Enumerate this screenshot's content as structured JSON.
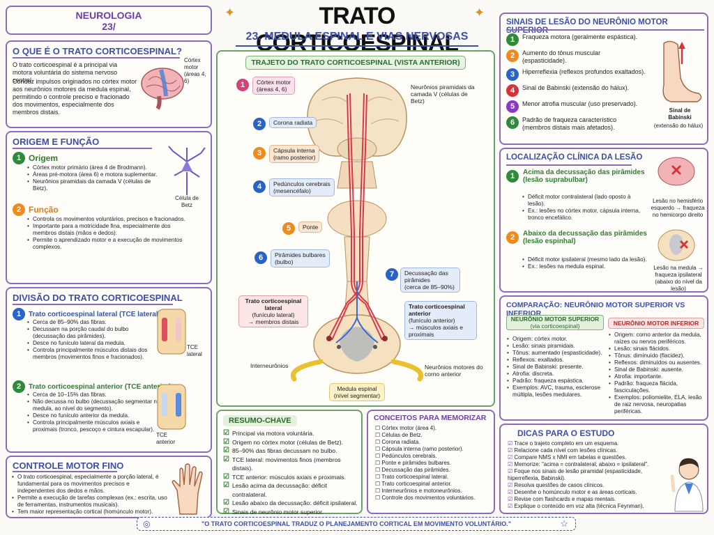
{
  "header": {
    "badge_line1": "NEUROLOGIA",
    "badge_line2": "23/",
    "title": "TRATO CORTICOESPINAL",
    "subtitle": "23. MEDULA ESPINAL E VIAS NERVOSAS"
  },
  "what": {
    "title": "O QUE É O TRATO CORTICOESPINAL?",
    "p1": "O trato corticoespinal é a principal via motora voluntária do sistema nervoso central.",
    "p2": "Conduz impulsos originados no córtex motor aos neurônios motores da medula espinal, permitindo o controle preciso e fracionado dos movimentos, especialmente dos membros distais.",
    "brain_label": "Córtex motor",
    "brain_sub": "(áreas 4, 6)"
  },
  "origin": {
    "title": "ORIGEM E FUNÇÃO",
    "h1": "Origem",
    "items1": [
      "Córtex motor primário (área 4 de Brodmann).",
      "Áreas pré-motora (área 6) e motora suplementar.",
      "Neurônios piramidais da camada V (células de Betz)."
    ],
    "cell_label": "Célula de Betz",
    "h2": "Função",
    "items2": [
      "Controla os movimentos voluntários, precisos e fracionados.",
      "Importante para a motricidade fina, especialmente dos membros distais (mãos e dedos).",
      "Permite o aprendizado motor e a execução de movimentos complexos."
    ]
  },
  "division": {
    "title": "DIVISÃO DO TRATO CORTICOESPINAL",
    "h1": "Trato corticoespinal lateral (TCE lateral)",
    "items1": [
      "Cerca de 85–90% das fibras.",
      "Decussam na porção caudal do bulbo (decussação das pirâmides).",
      "Desce no funículo lateral da medula.",
      "Controla principalmente músculos distais dos membros (movimentos finos e fracionados)."
    ],
    "fig1": "TCE lateral",
    "h2": "Trato corticoespinal anterior (TCE anterior)",
    "items2": [
      "Cerca de 10–15% das fibras.",
      "Não decussa no bulbo (decussação segmentar na medula, ao nível do segmento).",
      "Desce no funículo anterior da medula.",
      "Controla principalmente músculos axiais e proximais (tronco, pescoço e cintura escapular)."
    ],
    "fig2": "TCE anterior"
  },
  "fine": {
    "title": "CONTROLE MOTOR FINO",
    "items": [
      "O trato corticoespinal, especialmente a porção lateral, é fundamental para os movimentos precisos e independentes dos dedos e mãos.",
      "Permite a execução de tarefas complexas (ex.: escrita, uso de ferramentas, instrumentos musicais).",
      "Tem maior representação cortical (homúnculo motor)."
    ]
  },
  "path": {
    "title": "TRAJETO DO TRATO CORTICOESPINAL (VISTA ANTERIOR)",
    "l1": "Córtex motor",
    "l1b": "(áreas 4, 6)",
    "l2": "Corona radiata",
    "l3": "Cápsula interna",
    "l3b": "(ramo posterior)",
    "l4": "Pedúnculos cerebrais",
    "l4b": "(mesencéfalo)",
    "l5": "Ponte",
    "l6": "Pirâmides bulbares",
    "l6b": "(bulbo)",
    "l7": "Decussação das pirâmides",
    "l7b": "(cerca de 85–90%)",
    "betz": "Neurônios piramidais da camada V (células de Betz)",
    "lat": "Trato corticoespinal lateral",
    "lat_b": "(funículo lateral)",
    "lat_c": "→ membros distais",
    "ant": "Trato corticoespinal anterior",
    "ant_b": "(funículo anterior)",
    "ant_c": "→ músculos axiais e proximais",
    "inter": "Interneurônios",
    "motor": "Neurônios motores do corno anterior",
    "cord": "Medula espinal",
    "cord_b": "(nível segmentar)"
  },
  "signs": {
    "title": "SINAIS DE LESÃO DO NEURÔNIO MOTOR SUPERIOR",
    "items": [
      {
        "n": "1",
        "c": "#2f8a3a",
        "t": "Fraqueza motora (geralmente espástica)."
      },
      {
        "n": "2",
        "c": "#ee8a1e",
        "t": "Aumento do tônus muscular (espasticidade)."
      },
      {
        "n": "3",
        "c": "#2a63c8",
        "t": "Hiperreflexia (reflexos profundos exaltados)."
      },
      {
        "n": "4",
        "c": "#d8333a",
        "t": "Sinal de Babinski (extensão do hálux)."
      },
      {
        "n": "5",
        "c": "#8a3ac0",
        "t": "Menor atrofia muscular (uso preservado)."
      },
      {
        "n": "6",
        "c": "#2f8a3a",
        "t": "Padrão de fraqueza característico (membros distais mais afetados)."
      }
    ],
    "foot_label": "Sinal de Babinski",
    "foot_sub": "(extensão do hálux)"
  },
  "location": {
    "title": "LOCALIZAÇÃO CLÍNICA DA LESÃO",
    "h1": "Acima da decussação das pirâmides (lesão suprabulbar)",
    "items1": [
      "Déficit motor contralateral (lado oposto à lesão).",
      "Ex.: lesões no córtex motor, cápsula interna, tronco encefálico."
    ],
    "c1": "Lesão no hemisfério esquerdo → fraqueza no hemicorpo direito",
    "h2": "Abaixo da decussação das pirâmides (lesão espinhal)",
    "items2": [
      "Déficit motor ipsilateral (mesmo lado da lesão).",
      "Ex.: lesões na medula espinal."
    ],
    "c2": "Lesão na medula → fraqueza ipsilateral (abaixo do nível da lesão)"
  },
  "compare": {
    "title": "COMPARAÇÃO: NEURÔNIO MOTOR SUPERIOR vs INFERIOR",
    "sup": "NEURÔNIO MOTOR SUPERIOR",
    "sup_b": "(via corticoespinal)",
    "sup_items": [
      "Origem: córtex motor.",
      "Lesão: sinais piramidais.",
      "Tônus: aumentado (espasticidade).",
      "Reflexos: exaltados.",
      "Sinal de Babinski: presente.",
      "Atrofia: discreta.",
      "Padrão: fraqueza espástica.",
      "Exemplos: AVC, trauma, esclerose múltipla, lesões medulares."
    ],
    "inf": "NEURÔNIO MOTOR INFERIOR",
    "inf_items": [
      "Origem: corno anterior da medula, raízes ou nervos periféricos.",
      "Lesão: sinais flácidos.",
      "Tônus: diminuído (flacidez).",
      "Reflexos: diminuídos ou ausentes.",
      "Sinal de Babinski: ausente.",
      "Atrofia: importante.",
      "Padrão: fraqueza flácida, fasciculações.",
      "Exemplos: poliomielite, ELA, lesão de raiz nervosa, neuropatias periféricas."
    ]
  },
  "summary": {
    "title": "RESUMO-CHAVE",
    "items": [
      "Principal via motora voluntária.",
      "Origem no córtex motor (células de Betz).",
      "85–90% das fibras decussam no bulbo.",
      "TCE lateral: movimentos finos (membros distais).",
      "TCE anterior: músculos axiais e proximais.",
      "Lesão acima da decussação: déficit contralateral.",
      "Lesão abaixo da decussação: déficit ipsilateral.",
      "Sinais de neurônio motor superior."
    ]
  },
  "memo": {
    "title": "CONCEITOS PARA MEMORIZAR",
    "items": [
      "Córtex motor (área 4).",
      "Células de Betz.",
      "Corona radiata.",
      "Cápsula interna (ramo posterior).",
      "Pedúnculos cerebrais.",
      "Ponte e pirâmides bulbares.",
      "Decussação das pirâmides.",
      "Trato corticoespinal lateral.",
      "Trato corticoespinal anterior.",
      "Interneurônios e motoneurônios.",
      "Controle dos movimentos voluntários."
    ]
  },
  "tips": {
    "title": "DICAS PARA O ESTUDO",
    "items": [
      "Trace o trajeto completo em um esquema.",
      "Relacione cada nível com lesões clínicas.",
      "Compare NMS x NMI em tabelas e questões.",
      "Memorize: \"acima = contralateral; abaixo = ipsilateral\".",
      "Foque nos sinais de lesão piramidal (espasticidade, hiperreflexia, Babinski).",
      "Resolva questões de casos clínicos.",
      "Desenhe o homúnculo motor e as áreas corticais.",
      "Revise com flashcards e mapas mentais.",
      "Explique o conteúdo em voz alta (técnica Feynman)."
    ]
  },
  "quote": "\"O TRATO CORTICOESPINAL TRADUZ O PLANEJAMENTO CORTICAL EM MOVIMENTO VOLUNTÁRIO.\"",
  "colors": {
    "purple": "#8b6bb8",
    "title_blue": "#3b4fa8",
    "green": "#2f7d2f",
    "orange": "#e07b1a",
    "red": "#d8333a",
    "pink": "#e8a0b0"
  }
}
